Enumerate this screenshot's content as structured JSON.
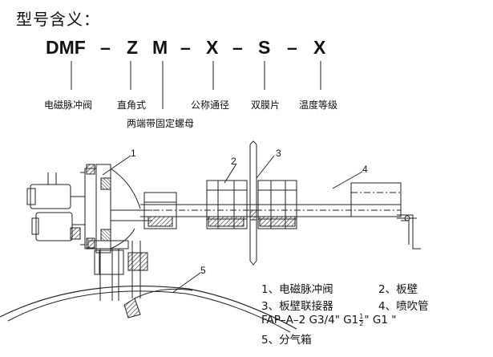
{
  "title": "型号含义：",
  "model_code": {
    "parts": [
      "DMF",
      "–",
      "Z",
      "M",
      "–",
      "X",
      "–",
      "S",
      "–",
      "X"
    ]
  },
  "meanings": {
    "dmf": "电磁脉冲阀",
    "z": "直角式",
    "m": "两端带固定螺母",
    "x1": "公称通径",
    "s": "双膜片",
    "x2": "温度等级"
  },
  "callouts": [
    "1",
    "2",
    "3",
    "4",
    "5"
  ],
  "legend": {
    "item1": "1、电磁脉冲阀",
    "item2": "2、板壁",
    "item3": "3、板壁联接器",
    "item4": "4、喷吹管",
    "fap_main": "FAP–A–2 G3/4\"  G1",
    "fap_frac_top": "1",
    "fap_frac_bottom": "2",
    "fap_tail": "\"  G1  \"",
    "item5": "5、分气箱"
  }
}
